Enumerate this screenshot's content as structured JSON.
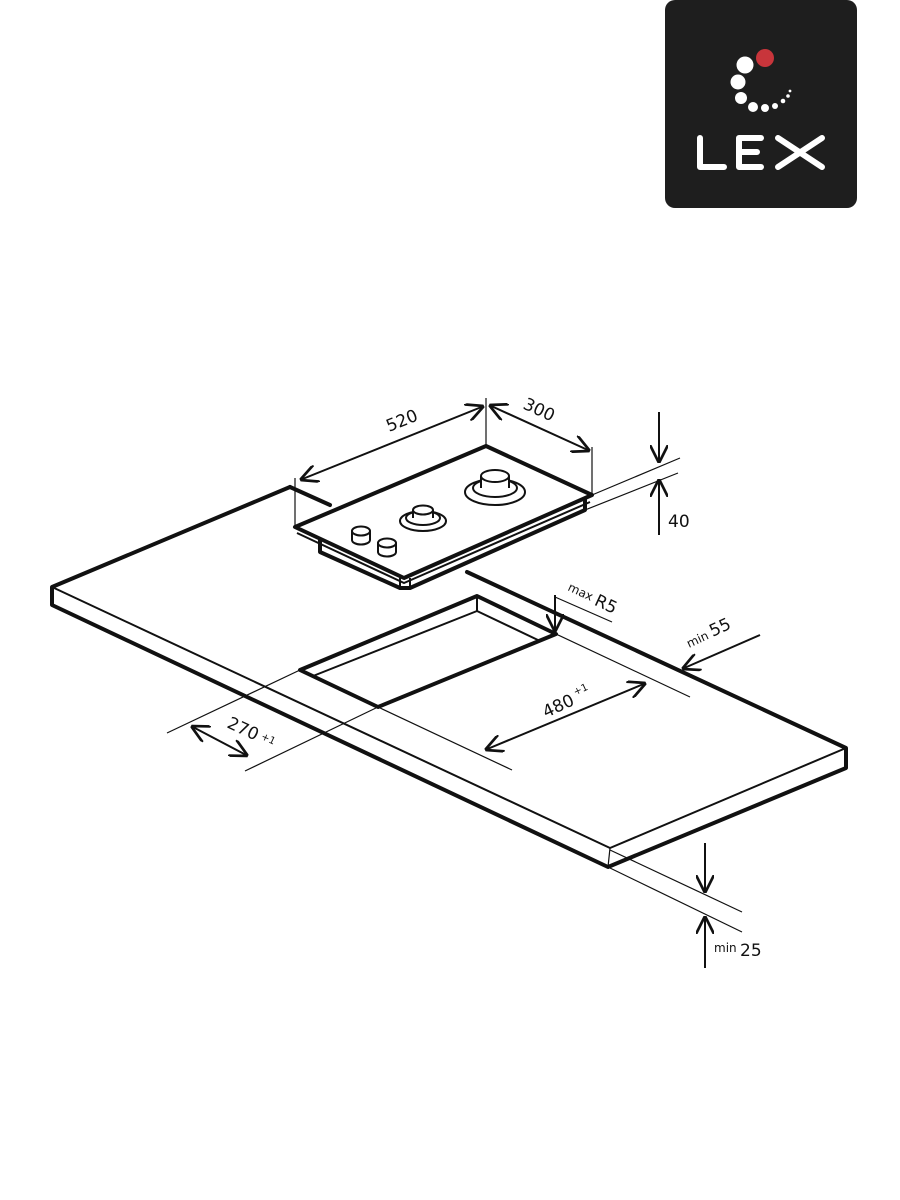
{
  "logo": {
    "brand": "LEX",
    "background": "#1e1e1e",
    "accent": "#c8353b"
  },
  "dimensions": {
    "hob_width": "520",
    "hob_depth": "300",
    "hob_height": "40",
    "corner_radius": {
      "prefix": "max",
      "value": "R5"
    },
    "back_clearance": {
      "prefix": "min",
      "value": "55"
    },
    "cutout_width": {
      "value": "480",
      "tolerance": "+1"
    },
    "cutout_depth": {
      "value": "270",
      "tolerance": "+1"
    },
    "worktop_thickness": {
      "prefix": "min",
      "value": "25"
    }
  }
}
